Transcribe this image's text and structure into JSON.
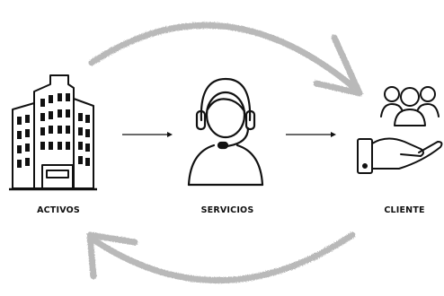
{
  "nodes": {
    "activos": {
      "label": "ACTIVOS"
    },
    "servicios": {
      "label": "SERVICIOS"
    },
    "cliente": {
      "label": "CLIENTE"
    }
  },
  "colors": {
    "ink": "#111111",
    "cycle_arrow": "#b9b9b9",
    "background": "#ffffff"
  },
  "icons": {
    "activos": "buildings-icon",
    "servicios": "headset-agent-icon",
    "cliente": "hand-holding-people-icon"
  }
}
